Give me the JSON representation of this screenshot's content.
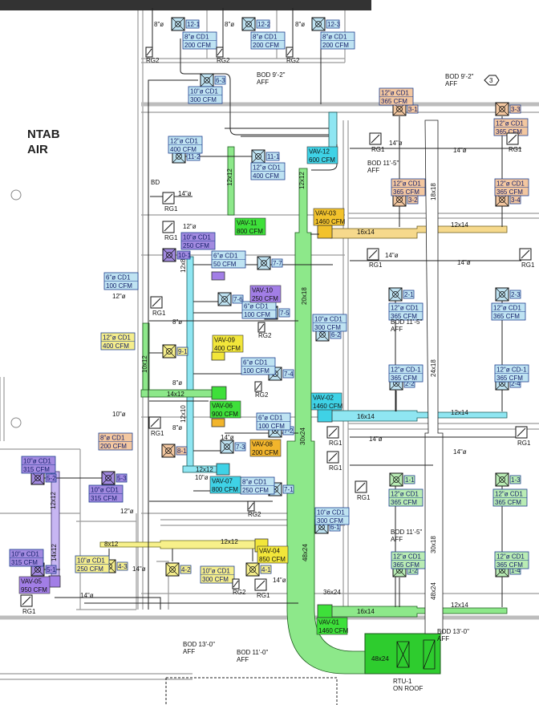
{
  "title_note": [
    "NTAB",
    "AIR"
  ],
  "colors": {
    "blue": "#bfe3f2",
    "purple": "#a28ae0",
    "orange": "#f3c7a0",
    "yellow": "#f5ee8c",
    "green_label": "#b9ecb4",
    "duct_green": "#8de88a",
    "duct_green_dark": "#2ecc2e",
    "duct_cyan": "#8fe6f2",
    "duct_yellow": "#f7f08a",
    "duct_orange": "#f6d98c",
    "duct_purple": "#c7b6f2",
    "border": "#1f3f8f",
    "topbar": "#333333"
  },
  "diffusers": [
    {
      "id": "12-1",
      "size": "8\"ø CD1",
      "cfm": "200 CFM",
      "color": "blue"
    },
    {
      "id": "12-2",
      "size": "8\"ø CD1",
      "cfm": "200 CFM",
      "color": "blue"
    },
    {
      "id": "12-3",
      "size": "8\"ø CD1",
      "cfm": "200 CFM",
      "color": "blue"
    },
    {
      "id": "6-3",
      "size": "10\"ø CD1",
      "cfm": "300 CFM",
      "color": "blue"
    },
    {
      "id": "11-2",
      "size": "12\"ø CD1",
      "cfm": "400 CFM",
      "color": "blue"
    },
    {
      "id": "11-1",
      "size": "12\"ø CD1",
      "cfm": "400 CFM",
      "color": "blue"
    },
    {
      "id": "3-1",
      "size": "12\"ø CD1",
      "cfm": "365 CFM",
      "color": "orange"
    },
    {
      "id": "3-3",
      "size": "12\"ø CD1",
      "cfm": "365 CFM",
      "color": "orange"
    },
    {
      "id": "3-2",
      "size": "12\"ø CD1",
      "cfm": "365 CFM",
      "color": "orange"
    },
    {
      "id": "3-4",
      "size": "12\"ø CD1",
      "cfm": "365 CFM",
      "color": "orange"
    },
    {
      "id": "10-1",
      "size": "10\"ø CD1",
      "cfm": "250 CFM",
      "color": "purple"
    },
    {
      "id": "7-7",
      "size": "6\"ø CD1",
      "cfm": "50 CFM",
      "color": "blue"
    },
    {
      "id": "7-6",
      "size": "6\"ø CD1",
      "cfm": "100 CFM",
      "color": "blue"
    },
    {
      "id": "7-5",
      "size": "6\"ø CD1",
      "cfm": "100 CFM",
      "color": "blue"
    },
    {
      "id": "9-1",
      "size": "12\"ø CD1",
      "cfm": "400 CFM",
      "color": "yellow"
    },
    {
      "id": "7-4",
      "size": "6\"ø CD1",
      "cfm": "100 CFM",
      "color": "blue"
    },
    {
      "id": "8-1",
      "size": "8\"ø CD1",
      "cfm": "200 CFM",
      "color": "orange"
    },
    {
      "id": "7-2",
      "size": "6\"ø CD1",
      "cfm": "100 CFM",
      "color": "blue"
    },
    {
      "id": "7-1",
      "size": "8\"ø CD1",
      "cfm": "250 CFM",
      "color": "blue"
    },
    {
      "id": "5-2",
      "size": "10\"ø CD1",
      "cfm": "315 CFM",
      "color": "purple"
    },
    {
      "id": "5-3",
      "size": "10\"ø CD1",
      "cfm": "315 CFM",
      "color": "purple"
    },
    {
      "id": "5-1",
      "size": "10\"ø CD1",
      "cfm": "315 CFM",
      "color": "purple"
    },
    {
      "id": "4-3",
      "size": "10\"ø CD1",
      "cfm": "250 CFM",
      "color": "yellow"
    },
    {
      "id": "4-2",
      "size": "10\"ø CD1",
      "cfm": "300 CFM",
      "color": "yellow"
    },
    {
      "id": "6-2",
      "size": "10\"ø CD1",
      "cfm": "300 CFM",
      "color": "blue"
    },
    {
      "id": "2-1",
      "size": "12\"ø CD1",
      "cfm": "365 CFM",
      "color": "blue"
    },
    {
      "id": "2-3",
      "size": "12\"ø CD1",
      "cfm": "365 CFM",
      "color": "blue"
    },
    {
      "id": "2-2",
      "size": "12\"ø CD-1",
      "cfm": "365 CFM",
      "color": "blue"
    },
    {
      "id": "2-4",
      "size": "12\"ø CD-1",
      "cfm": "365 CFM",
      "color": "blue"
    },
    {
      "id": "6-1",
      "size": "10\"ø CD1",
      "cfm": "300 CFM",
      "color": "blue"
    },
    {
      "id": "1-1",
      "size": "12\"ø CD1",
      "cfm": "365 CFM",
      "color": "green_label"
    },
    {
      "id": "1-3",
      "size": "12\"ø CD1",
      "cfm": "365 CFM",
      "color": "green_label"
    },
    {
      "id": "1-2",
      "size": "12\"ø CD1",
      "cfm": "365 CFM",
      "color": "green_label"
    },
    {
      "id": "1-4",
      "size": "12\"ø CD1",
      "cfm": "365 CFM",
      "color": "green_label"
    }
  ],
  "unlabeled_diffusers": [
    {
      "id": "7-3",
      "color": "blue"
    },
    {
      "id": "4-1",
      "color": "yellow"
    }
  ],
  "vavs": [
    {
      "name": "VAV-12",
      "cfm": "600 CFM",
      "color": "#3fd2e6"
    },
    {
      "name": "VAV-11",
      "cfm": "800 CFM",
      "color": "#3ee03a"
    },
    {
      "name": "VAV-03",
      "cfm": "1460 CFM",
      "color": "#f2c22c"
    },
    {
      "name": "VAV-10",
      "cfm": "250 CFM",
      "color": "#a27ee6"
    },
    {
      "name": "VAV-09",
      "cfm": "400 CFM",
      "color": "#f2e63a"
    },
    {
      "name": "VAV-06",
      "cfm": "900 CFM",
      "color": "#3ee03a"
    },
    {
      "name": "VAV-08",
      "cfm": "200 CFM",
      "color": "#f2b52c"
    },
    {
      "name": "VAV-07",
      "cfm": "800 CFM",
      "color": "#3fd2e6"
    },
    {
      "name": "VAV-05",
      "cfm": "950 CFM",
      "color": "#a27ee6"
    },
    {
      "name": "VAV-04",
      "cfm": "850 CFM",
      "color": "#f2e63a"
    },
    {
      "name": "VAV-02",
      "cfm": "1460 CFM",
      "color": "#3fd2e6"
    },
    {
      "name": "VAV-01",
      "cfm": "1460 CFM",
      "color": "#3ee03a"
    }
  ],
  "duct_sizes": [
    "12x12",
    "12x12",
    "16x14",
    "12x14",
    "18x18",
    "12x8",
    "20x18",
    "10x12",
    "14x12",
    "12x10",
    "12x12",
    "30x24",
    "24x18",
    "16x14",
    "12x14",
    "12x12",
    "14x12",
    "8x12",
    "12x12",
    "48x24",
    "36x24",
    "16x14",
    "12x14",
    "30x18",
    "48x24",
    "48x24"
  ],
  "branch_sizes": [
    "8\"ø",
    "8\"ø",
    "8\"ø",
    "14\"ø",
    "12\"ø",
    "14\"ø",
    "14\"ø",
    "14\"ø",
    "14\"ø",
    "12\"ø",
    "8\"ø",
    "8\"ø",
    "10\"ø",
    "8\"ø",
    "10\"ø",
    "12\"ø",
    "14\"ø",
    "14\"ø",
    "14\"ø",
    "14\"ø",
    "14\"ø",
    "14\"ø"
  ],
  "grilles": [
    "RG2",
    "RG2",
    "RG2",
    "RG1",
    "RG1",
    "RG1",
    "RG1",
    "RG1",
    "RG1",
    "RG2",
    "RG2",
    "RG2",
    "RG1",
    "RG1",
    "RG1",
    "RG1",
    "RG1",
    "RG1",
    "RG2",
    "RG1",
    "RG1"
  ],
  "notes": [
    {
      "line1": "BOD 9'-2\"",
      "line2": "AFF"
    },
    {
      "line1": "BOD 9'-2\"",
      "line2": "AFF"
    },
    {
      "line1": "BOD 11'-5\"",
      "line2": "AFF"
    },
    {
      "line1": "BOD 11'-5\"",
      "line2": "AFF"
    },
    {
      "line1": "BOD 11'-5\"",
      "line2": "AFF"
    },
    {
      "line1": "BOD 13'-0\"",
      "line2": "AFF"
    },
    {
      "line1": "BOD 11'-0\"",
      "line2": "AFF"
    },
    {
      "line1": "BOD 13'-0\"",
      "line2": "AFF"
    }
  ],
  "bd_label": "BD",
  "callout": "3",
  "rtu": {
    "name": "RTU-1",
    "location": "ON ROOF"
  }
}
